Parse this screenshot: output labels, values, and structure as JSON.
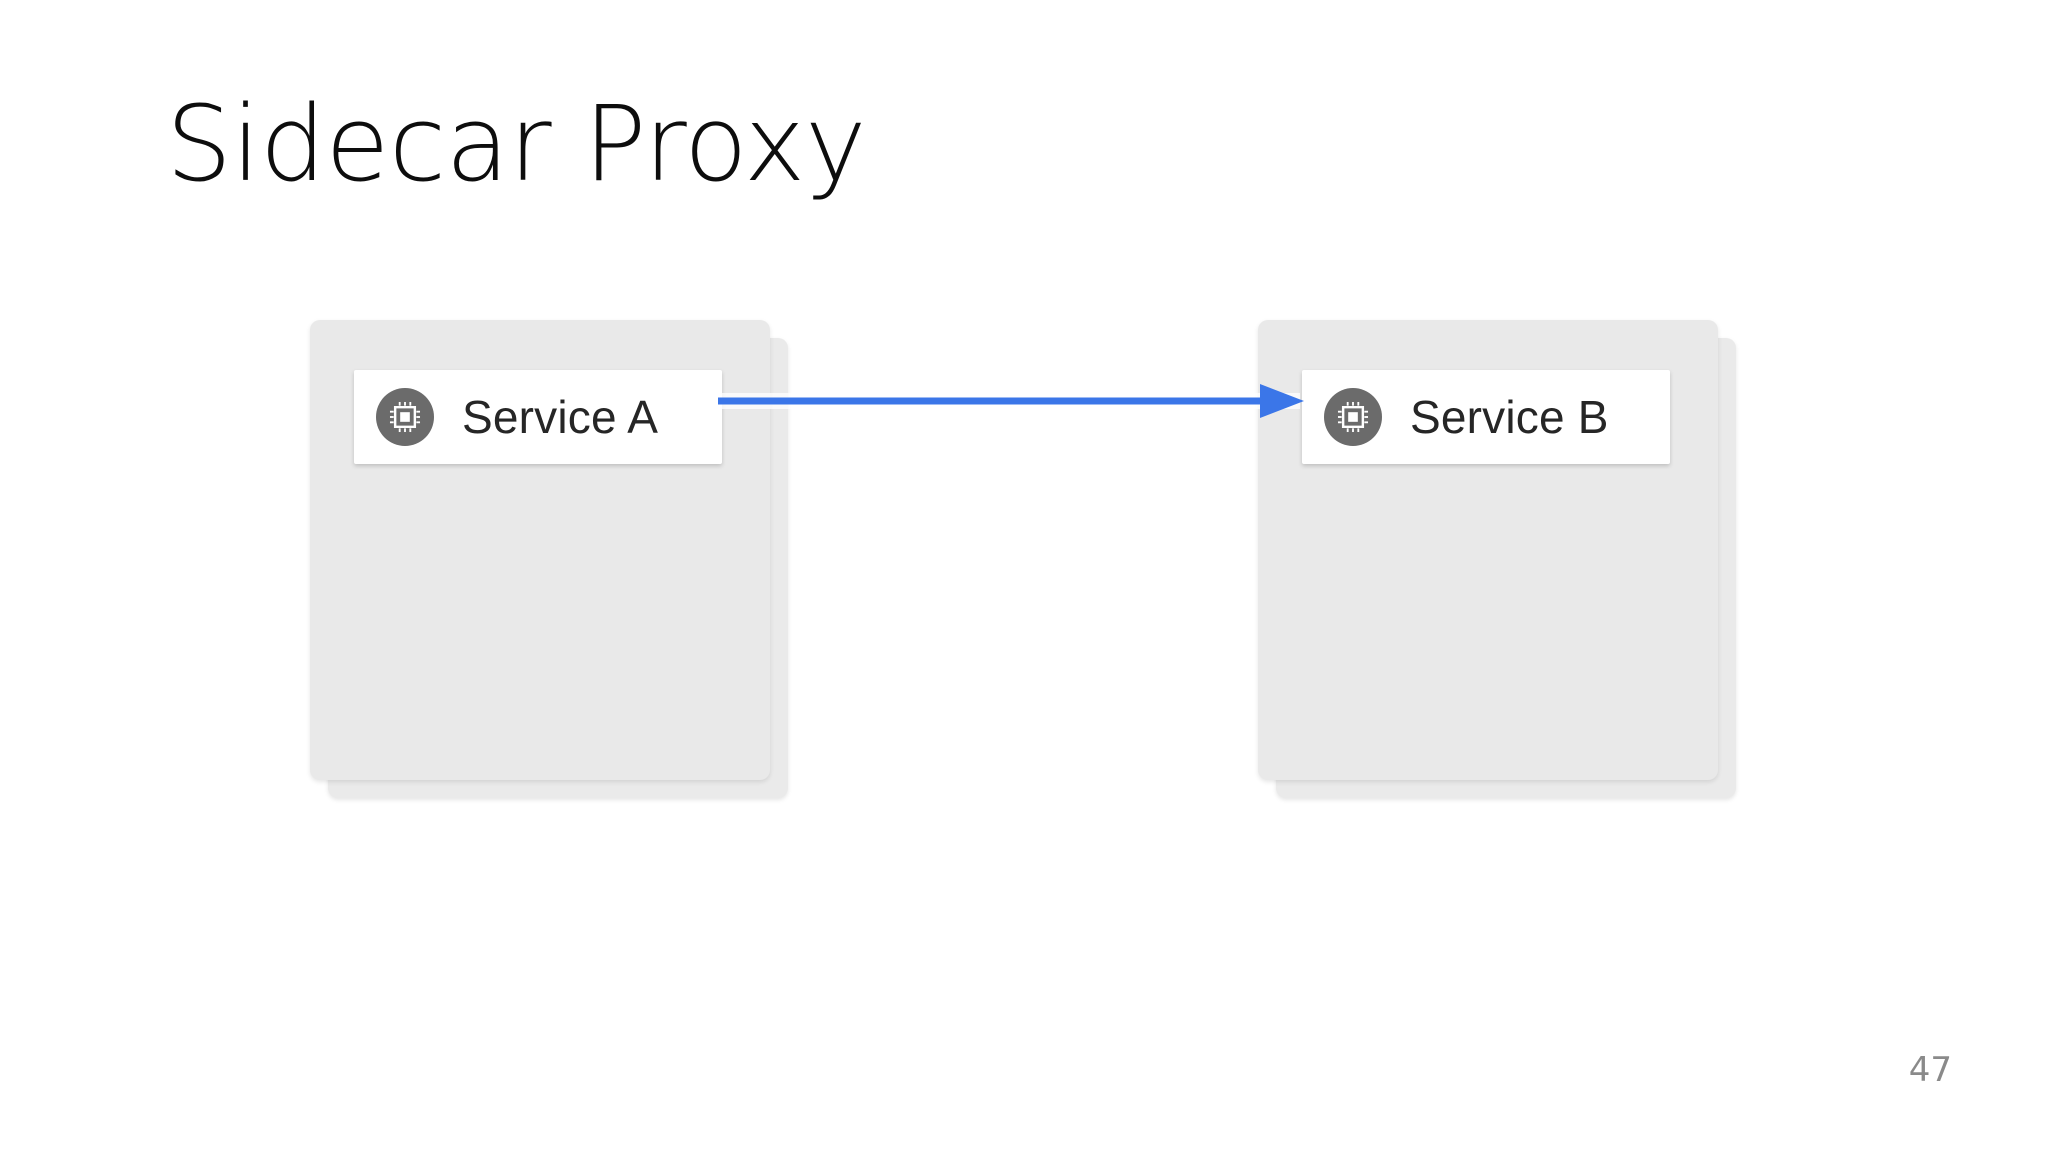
{
  "slide": {
    "title": "Sidecar Proxy",
    "page_number": "47",
    "background_color": "#ffffff"
  },
  "diagram": {
    "type": "service-to-service-call",
    "nodes": [
      {
        "id": "service-a",
        "label": "Service A",
        "icon": "chip-icon",
        "icon_badge_color": "#6b6b6b",
        "card_color": "#ffffff",
        "group_color": "#e9e9e9",
        "stacked": true
      },
      {
        "id": "service-b",
        "label": "Service B",
        "icon": "chip-icon",
        "icon_badge_color": "#6b6b6b",
        "card_color": "#ffffff",
        "group_color": "#e9e9e9",
        "stacked": true
      }
    ],
    "edges": [
      {
        "id": "a-to-b",
        "from": "service-a",
        "to": "service-b",
        "label": "",
        "color": "#3b76e8",
        "direction": "right",
        "style": "solid",
        "arrowhead": "filled-triangle"
      }
    ]
  },
  "colors": {
    "accent_blue": "#3b76e8",
    "group_gray": "#e9e9e9",
    "badge_gray": "#6b6b6b",
    "text_dark": "#262626",
    "title_black": "#0d0d0d",
    "page_number_gray": "#8a8a8a"
  }
}
